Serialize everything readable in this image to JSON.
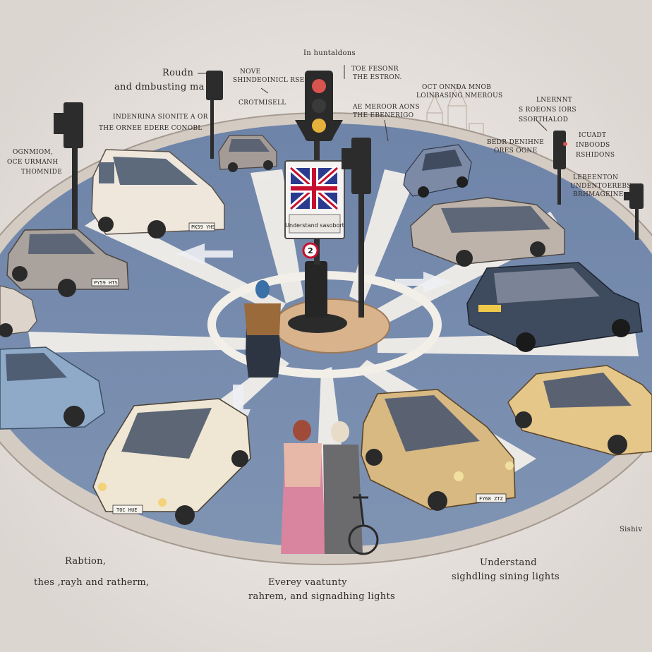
{
  "colors": {
    "road": "#7a8fb0",
    "road_dark": "#5f7496",
    "marking": "#f2efe9",
    "island": "#d9b38c",
    "background": "#ebe7e4",
    "sign_flag_blue": "#2a3b8f",
    "sign_flag_red": "#c8102e",
    "light_red": "#d9534f",
    "light_amber": "#e5b13a"
  },
  "labels": {
    "top_center": "In huntaldons",
    "top_left_1": "Roudn",
    "top_left_2": "and dmbusting ma",
    "top_left_3a": "nove",
    "top_left_3b": "shindeoinicl rse",
    "top_left_3c": "crotmisell",
    "left_mid_1": "indenrina sionite a or",
    "left_mid_2": "the ornee edere conobl",
    "far_left_1a": "ognmiom,",
    "far_left_1b": "oce urmanh",
    "far_left_1c": "thomnide",
    "right_top_1": "toe fesonr",
    "right_top_2": "the estron.",
    "right_top_3a": "oct onnda mnob",
    "right_top_3b": "loinbasing nmerous",
    "right_mid_1a": "ae meroor aons",
    "right_mid_1b": "the ebenerigo",
    "right_far_1a": "lnernnt",
    "right_far_1b": "s roeons iors",
    "right_far_1c": "ssorthalod",
    "right_far_2a": "bedr denihne",
    "right_far_2b": "ores ogne",
    "right_edge_1a": "icuadt",
    "right_edge_1b": "inboods",
    "right_edge_1c": "rshidons",
    "right_edge_2a": "lebeenton",
    "right_edge_2b": "undentoerebs",
    "right_edge_2c": "brhmageine",
    "bottom_left_1": "Rabtion,",
    "bottom_left_2": "thes ,rayh and ratherm,",
    "bottom_center_1": "Everey vaatunty",
    "bottom_center_2": "rahrem, and signadhing lights",
    "bottom_right_1": "Understand",
    "bottom_right_2": "sighdling sining lights",
    "edge_right_bottom": "Sishiv",
    "sign_text": "Understand sasobort",
    "sign_number": "2"
  },
  "plates": {
    "van": "PK59 YHS",
    "hatch_left": "PY59 HTS",
    "sedan_front": "TOC HUE",
    "hatch_front": "FY68 ZTZ"
  }
}
